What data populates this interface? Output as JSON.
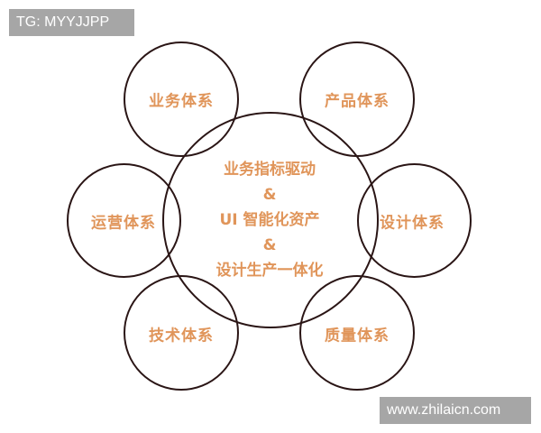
{
  "watermarks": {
    "top_left": "TG: MYYJJPP",
    "bottom_right": "www.zhilaicn.com"
  },
  "colors": {
    "text_accent": "#e0955a",
    "circle_stroke": "#2a1515",
    "watermark_bg": "#a6a6a6",
    "watermark_text": "#ffffff"
  },
  "diagram": {
    "center": {
      "lines": [
        "业务指标驱动",
        "&",
        "UI 智能化资产",
        "&",
        "设计生产一体化"
      ]
    },
    "satellites": [
      {
        "id": "business",
        "label": "业务体系"
      },
      {
        "id": "product",
        "label": "产品体系"
      },
      {
        "id": "operation",
        "label": "运营体系"
      },
      {
        "id": "design",
        "label": "设计体系"
      },
      {
        "id": "tech",
        "label": "技术体系"
      },
      {
        "id": "quality",
        "label": "质量体系"
      }
    ]
  }
}
